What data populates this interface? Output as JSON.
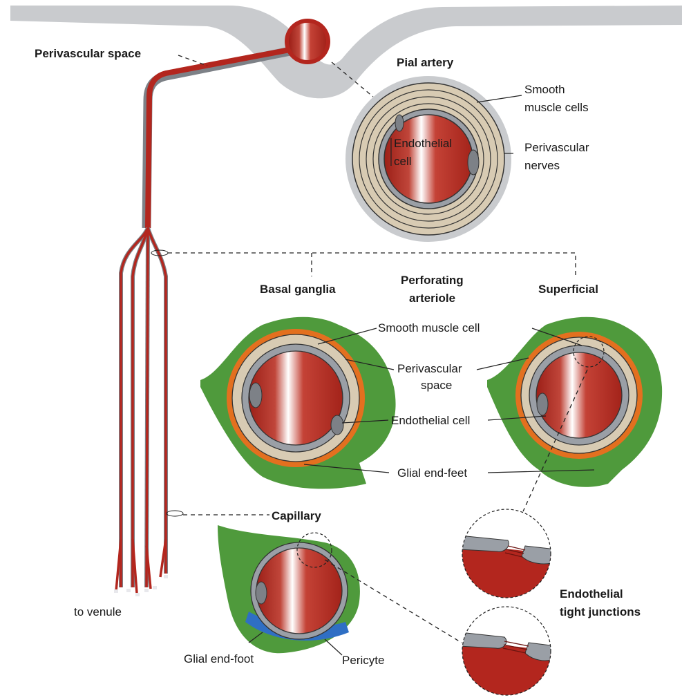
{
  "labels": {
    "perivascular_space_top": "Perivascular space",
    "pial_artery": "Pial artery",
    "smooth_muscle_cells_1": "Smooth",
    "smooth_muscle_cells_2": "muscle cells",
    "endothelial_cell_1": "Endothelial",
    "endothelial_cell_2": "cell",
    "perivascular_nerves_1": "Perivascular",
    "perivascular_nerves_2": "nerves",
    "basal_ganglia": "Basal ganglia",
    "perforating_arteriole_1": "Perforating",
    "perforating_arteriole_2": "arteriole",
    "superficial": "Superficial",
    "smooth_muscle_cell": "Smooth muscle cell",
    "perivascular_space_1": "Perivascular",
    "perivascular_space_2": "space",
    "endothelial_cell_mid": "Endothelial cell",
    "glial_end_feet": "Glial end-feet",
    "capillary": "Capillary",
    "endothelial_tight_junctions_1": "Endothelial",
    "endothelial_tight_junctions_2": "tight junctions",
    "to_venule": "to venule",
    "glial_end_foot": "Glial end-foot",
    "pericyte": "Pericyte"
  },
  "colors": {
    "blood": "#b3261e",
    "blood_highlight": "#ffffff",
    "vessel_wall": "#9a9fa6",
    "smooth_muscle": "#d8cbb3",
    "perivascular_space": "#e3701f",
    "glia": "#4f9a3c",
    "pericyte": "#2f6fc4",
    "pia": "#c9cbce"
  }
}
